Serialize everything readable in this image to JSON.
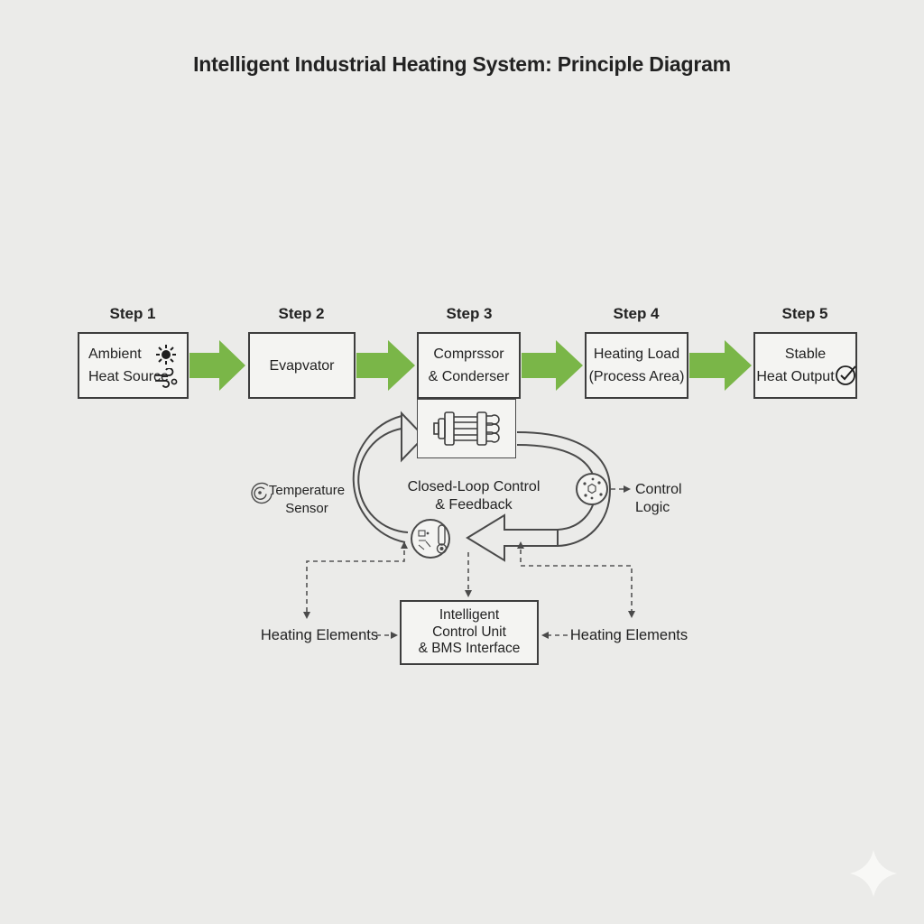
{
  "title": "Intelligent Industrial Heating System: Principle Diagram",
  "colors": {
    "background": "#ebebe9",
    "box_fill": "#f4f4f2",
    "line": "#4a4a4a",
    "green_arrow": "#7ab648",
    "text": "#222222",
    "sparkle": "#f8f8f6"
  },
  "steps": [
    {
      "label": "Step 1",
      "lines": [
        "Ambient",
        "Heat Source"
      ],
      "icons": [
        "sun-icon",
        "wind-icon"
      ]
    },
    {
      "label": "Step 2",
      "lines": [
        "Evapvator"
      ],
      "icons": []
    },
    {
      "label": "Step 3",
      "lines": [
        "Comprssor",
        "& Conderser"
      ],
      "icons": []
    },
    {
      "label": "Step 4",
      "lines": [
        "Heating Load",
        "(Process Area)"
      ],
      "icons": []
    },
    {
      "label": "Step 5",
      "lines": [
        "Stable",
        "Heat Output"
      ],
      "icons": [
        "check-circle-icon"
      ]
    }
  ],
  "loop": {
    "center_line1": "Closed-Loop Control",
    "center_line2": "& Feedback",
    "sensor_line1": "Temperature",
    "sensor_line2": "Sensor",
    "logic_line1": "Control",
    "logic_line2": "Logic",
    "icons": [
      "swirl-sensor-icon",
      "thermometer-circle-icon",
      "control-logic-gear-icon",
      "compressor-unit-icon"
    ]
  },
  "bottom": {
    "heating_left": "Heating Elements",
    "heating_right": "Heating Elements",
    "icu_line1": "Intelligent",
    "icu_line2": "Control Unit",
    "icu_line3": "& BMS Interface"
  }
}
